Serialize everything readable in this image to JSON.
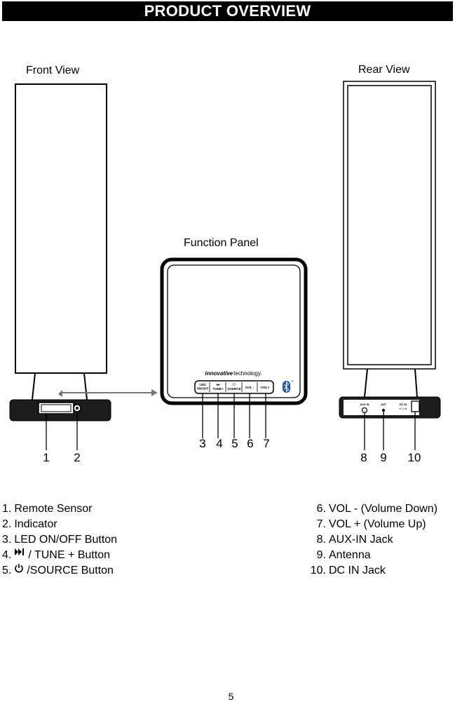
{
  "page_title": "PRODUCT OVERVIEW",
  "views": {
    "front": "Front View",
    "rear": "Rear View",
    "panel": "Function Panel"
  },
  "panel": {
    "brand_bold": "innovative",
    "brand_rest": "technology.",
    "buttons": [
      "LED ON/OFF",
      "TUNE+",
      "SOURCE",
      "VOL -",
      "VOL+"
    ]
  },
  "rear_ports": [
    "AUX IN",
    "ANT",
    "DC IN"
  ],
  "callouts": [
    "1",
    "2",
    "3",
    "4",
    "5",
    "6",
    "7",
    "8",
    "9",
    "10"
  ],
  "legend_left": [
    {
      "num": "1.",
      "text": "Remote Sensor"
    },
    {
      "num": "2.",
      "text": "Indicator"
    },
    {
      "num": "3.",
      "text": "LED ON/OFF Button"
    },
    {
      "num": "4.",
      "icon": "next-track-icon",
      "text": "/ TUNE + Button"
    },
    {
      "num": "5.",
      "icon": "power-icon",
      "text": "/SOURCE Button"
    }
  ],
  "legend_right": [
    {
      "num": "6.",
      "text": "VOL - (Volume Down)"
    },
    {
      "num": "7.",
      "text": "VOL + (Volume Up)"
    },
    {
      "num": "8.",
      "text": "AUX-IN Jack"
    },
    {
      "num": "9.",
      "text": "Antenna"
    },
    {
      "num": "10.",
      "text": "DC IN Jack"
    }
  ],
  "page_number": "5"
}
